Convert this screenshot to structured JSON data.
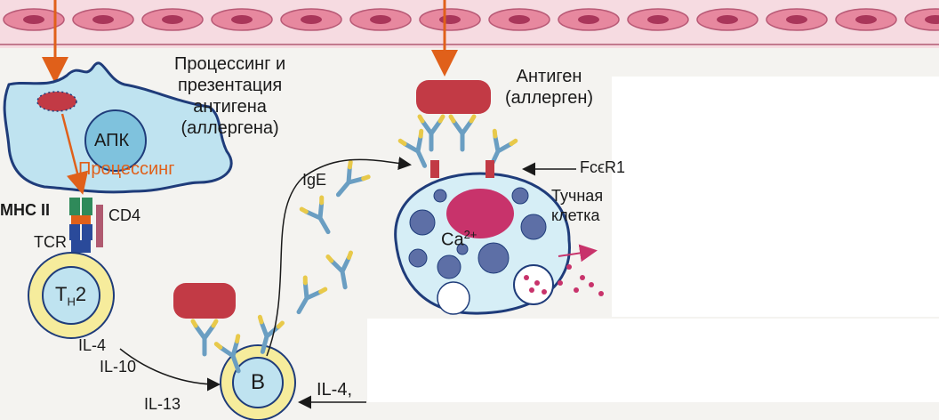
{
  "labels": {
    "processing_title_line1": "Процессинг и",
    "processing_title_line2": "презентация",
    "processing_title_line3": "антигена",
    "processing_title_line4": "(аллергена)",
    "apc": "АПК",
    "processing": "Процессинг",
    "mhc2": "MHC II",
    "cd4": "CD4",
    "tcr": "TCR",
    "th2_main": "T",
    "th2_sub": "H",
    "th2_num": "2",
    "ige": "IgE",
    "antigen_line1": "Антиген",
    "antigen_line2": "(аллерген)",
    "fcer1": "FcϵR1",
    "mast_line1": "Тучная",
    "mast_line2": "клетка",
    "calcium": "Ca",
    "calcium_sup": "2+",
    "il4": "IL-4",
    "il10": "IL-10",
    "il13": "IL-13",
    "b_cell": "B",
    "il4_right": "IL-4,"
  },
  "colors": {
    "membrane_band": "#f3ccd5",
    "membrane_cell": "#e7889f",
    "apc_fill": "#bfe3f0",
    "apc_stroke": "#1f3c7a",
    "allergen": "#c23a45",
    "processing_arrow": "#e0601a",
    "th2_ring": "#f6ec9c",
    "mast_fill": "#d6eef6",
    "nucleus": "#c8336b",
    "granule": "#5d6fa6"
  }
}
